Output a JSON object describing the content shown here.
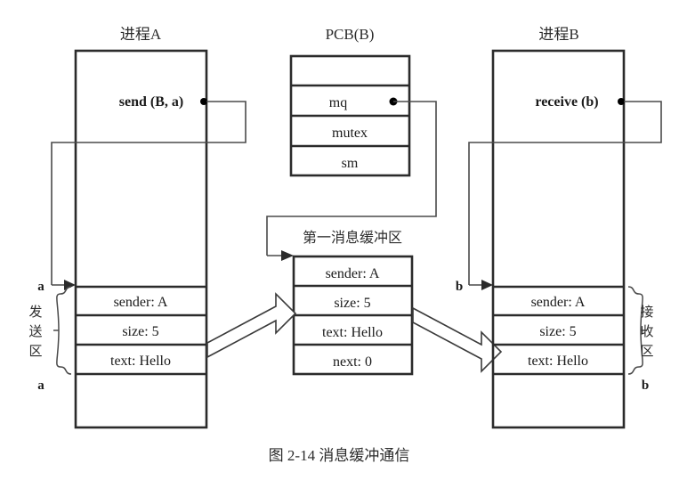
{
  "figure": {
    "caption": "图 2-14  消息缓冲通信"
  },
  "process_a": {
    "title": "进程A",
    "call_label": "send (B, a)",
    "rows": [
      {
        "label": "sender: A"
      },
      {
        "label": "size: 5"
      },
      {
        "label": "text: Hello"
      }
    ],
    "pointer_top": "a",
    "pointer_bottom": "a",
    "region_label_chars": [
      "发",
      "送",
      "区"
    ]
  },
  "pcb": {
    "title": "PCB(B)",
    "rows": [
      {
        "label": ""
      },
      {
        "label": "mq"
      },
      {
        "label": "mutex"
      },
      {
        "label": "sm"
      }
    ]
  },
  "buffer": {
    "caption": "第一消息缓冲区",
    "rows": [
      {
        "label": "sender: A"
      },
      {
        "label": "size: 5"
      },
      {
        "label": "text: Hello"
      },
      {
        "label": "next: 0"
      }
    ]
  },
  "process_b": {
    "title": "进程B",
    "call_label": "receive (b)",
    "rows": [
      {
        "label": "sender: A"
      },
      {
        "label": "size: 5"
      },
      {
        "label": "text: Hello"
      }
    ],
    "pointer_top": "b",
    "pointer_bottom": "b",
    "region_label_chars": [
      "接",
      "收",
      "区"
    ]
  },
  "colors": {
    "stroke": "#2b2b2b",
    "connector": "#4a4a4a",
    "background": "#ffffff"
  }
}
